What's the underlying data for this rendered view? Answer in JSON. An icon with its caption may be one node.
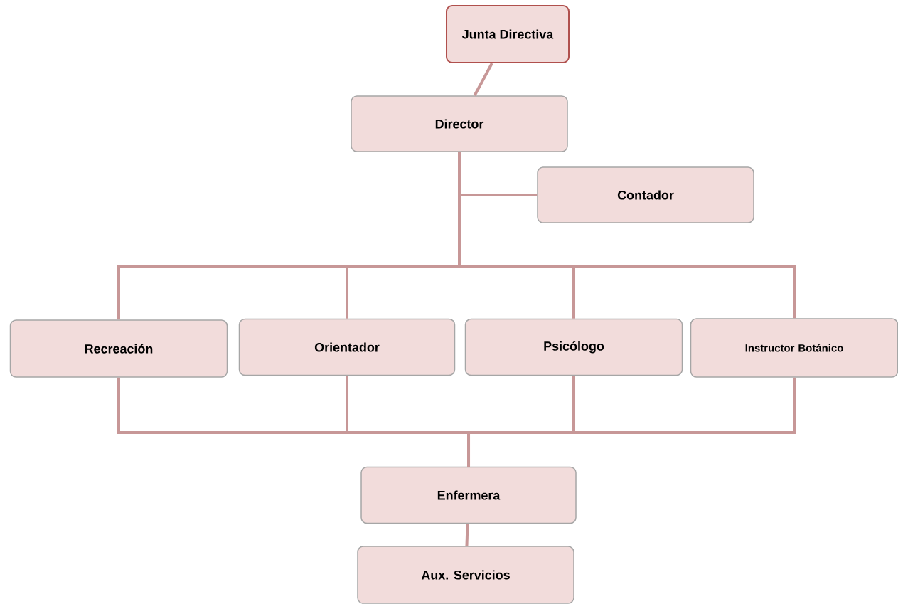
{
  "diagram": {
    "nodes": [
      {
        "text": [
          "Junta Directiva"
        ]
      },
      {
        "text": [
          "Director"
        ]
      },
      {
        "text": [
          "Contador"
        ]
      },
      {
        "text": [
          "Recreación"
        ]
      },
      {
        "text": [
          "Orientador"
        ]
      },
      {
        "text": [
          "Psicólogo"
        ]
      },
      {
        "text": [
          "Instructor Botánico"
        ]
      },
      {
        "text": [
          "Enfermera"
        ]
      },
      {
        "text": [
          "Aux. Servicios"
        ]
      }
    ],
    "edges": [
      {
        "from": 0,
        "to": 1,
        "arrow": "none"
      },
      {
        "from": 1,
        "to": 2,
        "arrow": "none"
      },
      {
        "from": 1,
        "to": 3,
        "arrow": "none"
      },
      {
        "from": 1,
        "to": 4,
        "arrow": "none"
      },
      {
        "from": 1,
        "to": 5,
        "arrow": "none"
      },
      {
        "from": 1,
        "to": 6,
        "arrow": "none"
      },
      {
        "from": 3,
        "to": 7,
        "arrow": "none"
      },
      {
        "from": 4,
        "to": 7,
        "arrow": "none"
      },
      {
        "from": 5,
        "to": 7,
        "arrow": "none"
      },
      {
        "from": 6,
        "to": 7,
        "arrow": "none"
      },
      {
        "from": 7,
        "to": 8,
        "arrow": "none"
      }
    ]
  }
}
